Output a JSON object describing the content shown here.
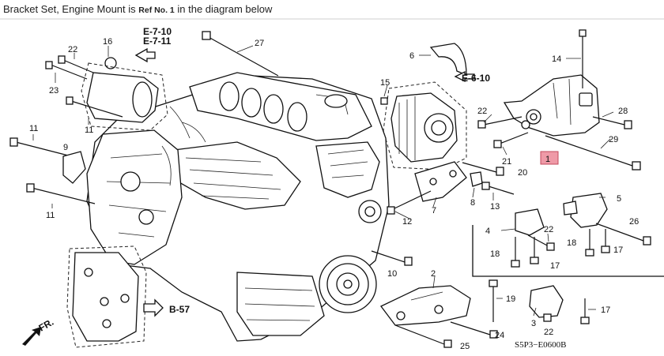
{
  "caption": {
    "prefix": "Bracket Set, Engine Mount is ",
    "ref": "Ref No. 1",
    "suffix": " in the diagram below"
  },
  "diagram": {
    "highlight_color": "#ef9aa7",
    "refs": {
      "e_7_10": "E-7-10",
      "e_7_11": "E-7-11",
      "e_6_10": "E-6-10",
      "b_57": "B-57",
      "front": "FR.",
      "code": "S5P3−E0600B"
    },
    "parts": {
      "p1": "1",
      "p2": "2",
      "p3": "3",
      "p4": "4",
      "p5": "5",
      "p6": "6",
      "p7": "7",
      "p8": "8",
      "p9": "9",
      "p10": "10",
      "p11a": "11",
      "p11b": "11",
      "p11c": "11",
      "p12": "12",
      "p13": "13",
      "p14": "14",
      "p15": "15",
      "p16": "16",
      "p17a": "17",
      "p17b": "17",
      "p17c": "17",
      "p18a": "18",
      "p18b": "18",
      "p19": "19",
      "p20": "20",
      "p21": "21",
      "p22a": "22",
      "p22b": "22",
      "p22c": "22",
      "p22d": "22",
      "p23": "23",
      "p24": "24",
      "p25": "25",
      "p26": "26",
      "p27": "27",
      "p28": "28",
      "p29": "29"
    }
  }
}
